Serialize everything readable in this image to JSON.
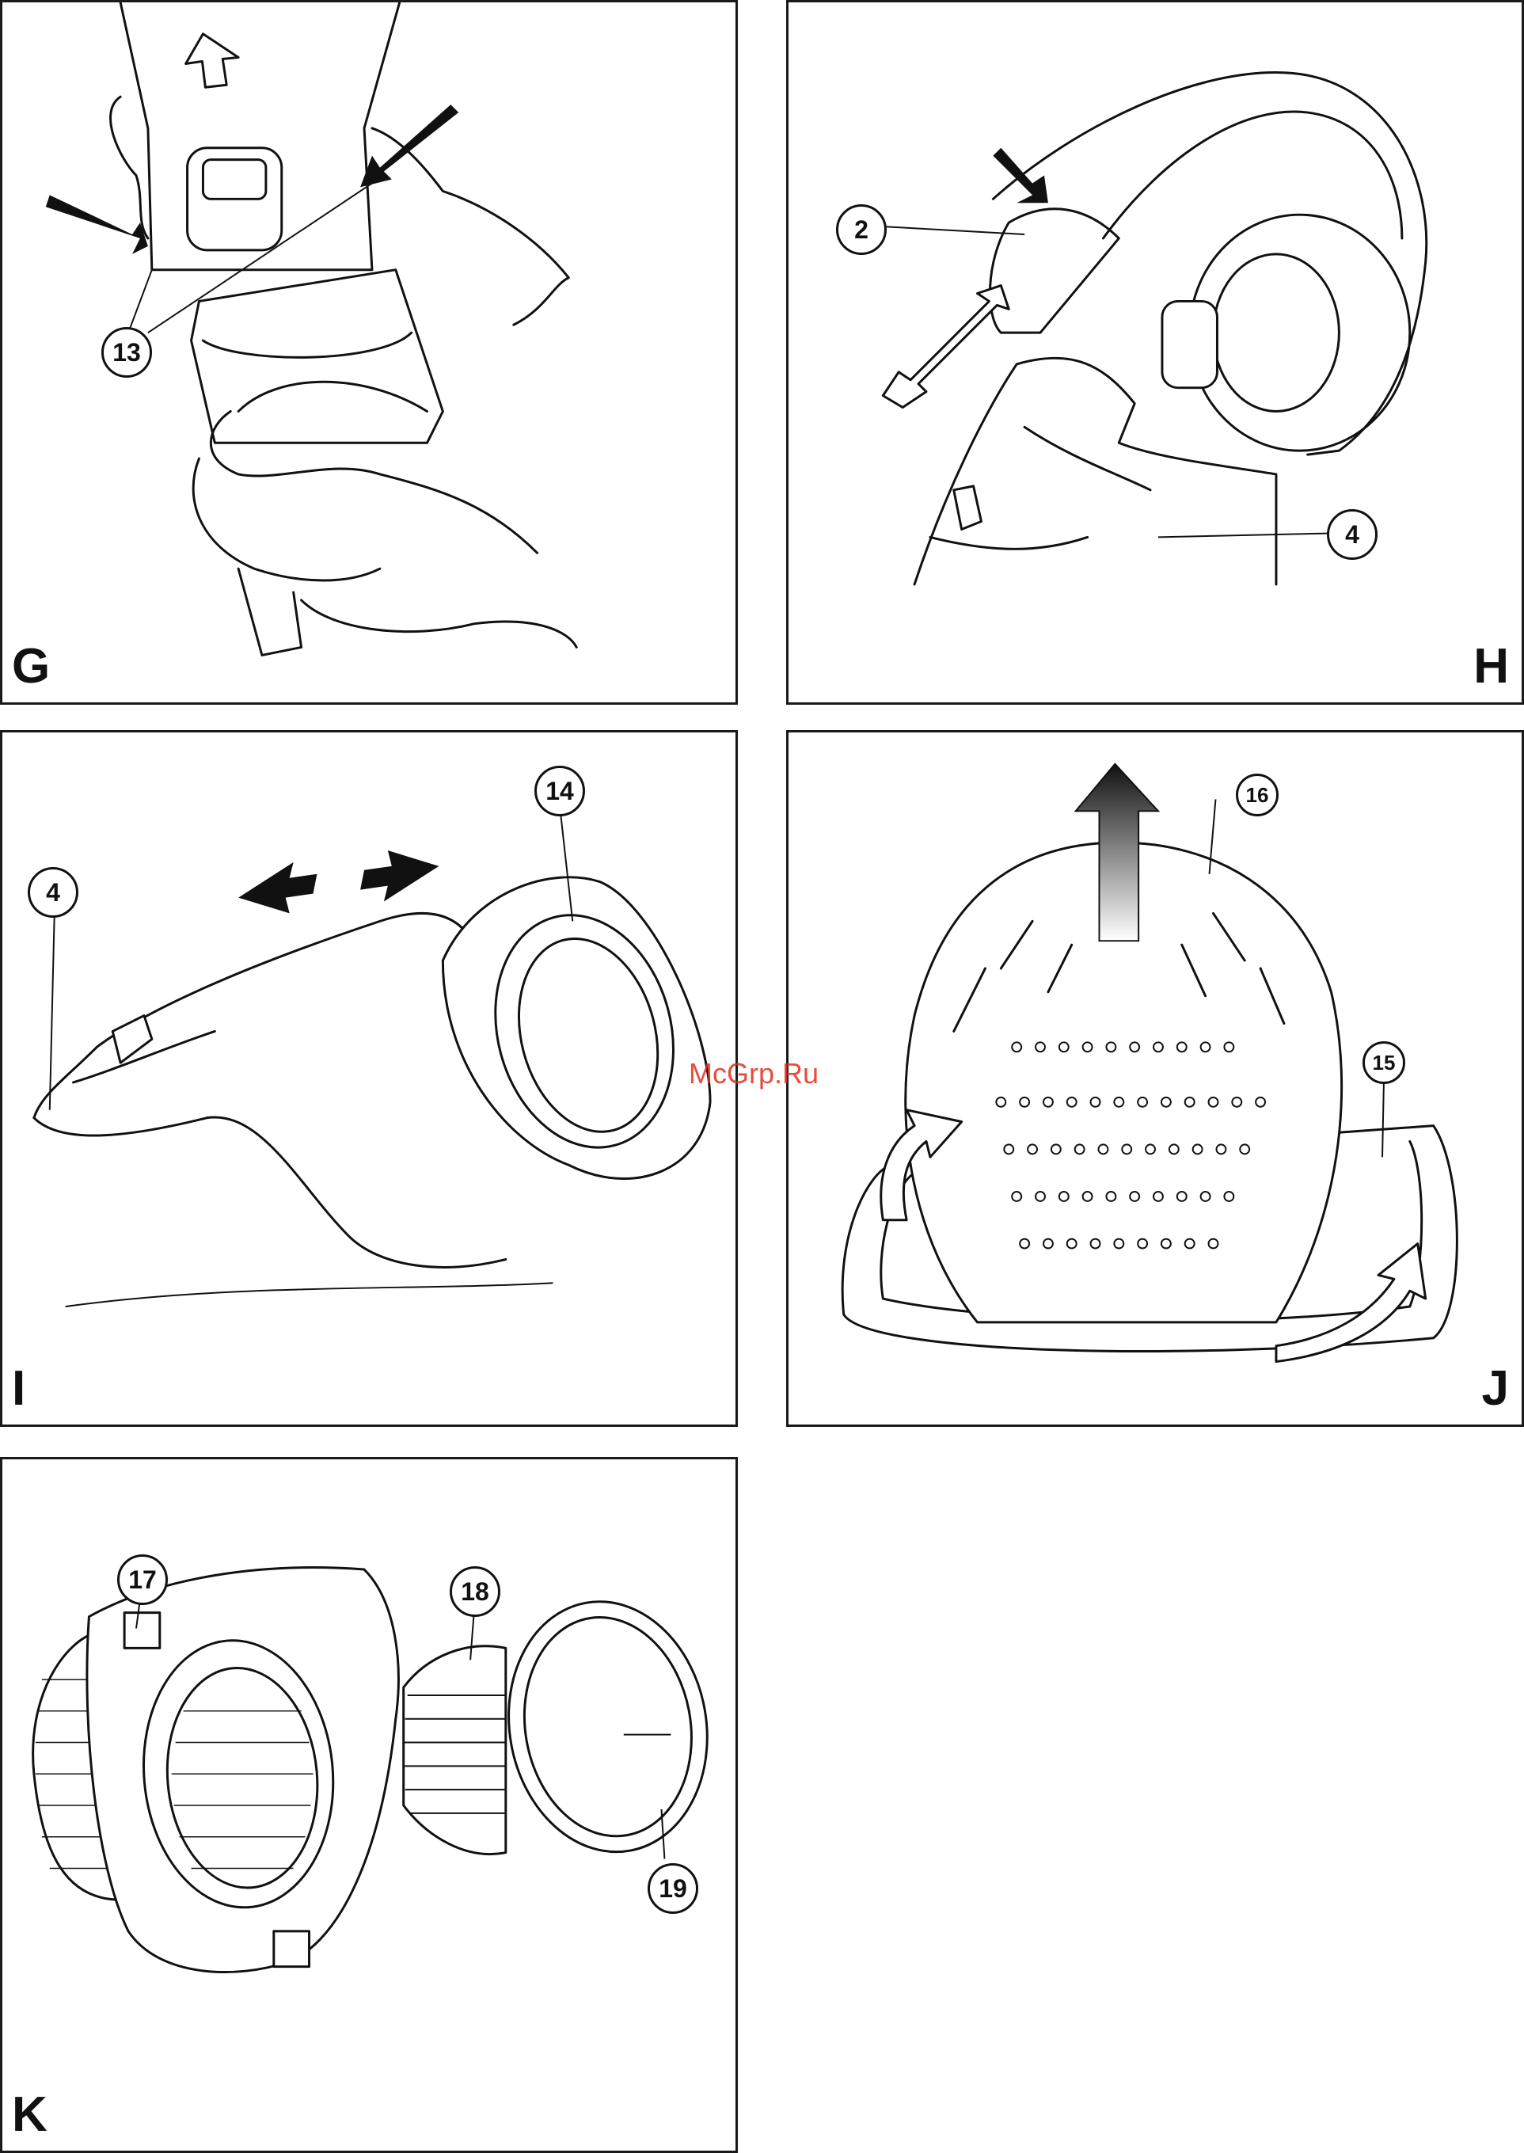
{
  "panels": {
    "G": {
      "letter": "G",
      "callouts": [
        "13"
      ]
    },
    "H": {
      "letter": "H",
      "callouts": [
        "2",
        "4"
      ]
    },
    "I": {
      "letter": "I",
      "callouts": [
        "4",
        "14"
      ]
    },
    "J": {
      "letter": "J",
      "callouts": [
        "16",
        "15"
      ]
    },
    "K": {
      "letter": "K",
      "callouts": [
        "17",
        "18",
        "19"
      ]
    }
  },
  "watermark": "McGrp.Ru",
  "colors": {
    "ink": "#111111",
    "watermark": "#e0301e",
    "background": "#ffffff"
  }
}
